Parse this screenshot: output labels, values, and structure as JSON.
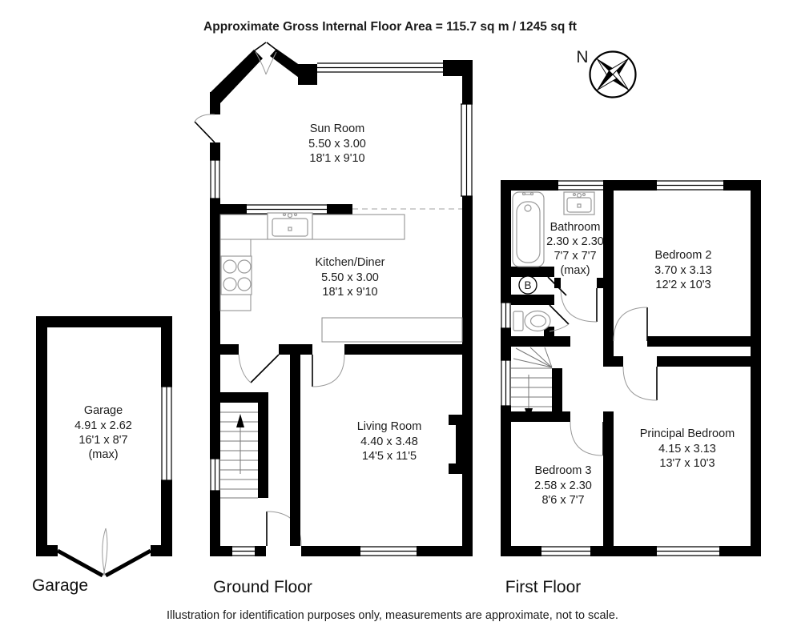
{
  "header": {
    "title": "Approximate Gross Internal Floor Area = 115.7 sq m / 1245 sq ft"
  },
  "compass": {
    "north": "N"
  },
  "rooms": {
    "sun_room": {
      "name": "Sun Room",
      "metric": "5.50 x 3.00",
      "imperial": "18'1 x 9'10"
    },
    "kitchen": {
      "name": "Kitchen/Diner",
      "metric": "5.50 x 3.00",
      "imperial": "18'1 x 9'10"
    },
    "living_room": {
      "name": "Living Room",
      "metric": "4.40 x 3.48",
      "imperial": "14'5 x 11'5"
    },
    "garage": {
      "name": "Garage",
      "metric": "4.91 x 2.62",
      "imperial": "16'1 x 8'7",
      "note": "(max)"
    },
    "bathroom": {
      "name": "Bathroom",
      "metric": "2.30 x 2.30",
      "imperial": "7'7 x 7'7",
      "note": "(max)"
    },
    "bedroom2": {
      "name": "Bedroom 2",
      "metric": "3.70 x 3.13",
      "imperial": "12'2 x 10'3"
    },
    "bedroom3": {
      "name": "Bedroom 3",
      "metric": "2.58 x 2.30",
      "imperial": "8'6 x 7'7"
    },
    "principal_bedroom": {
      "name": "Principal Bedroom",
      "metric": "4.15 x 3.13",
      "imperial": "13'7 x 10'3"
    },
    "boiler": {
      "label": "B"
    }
  },
  "floor_labels": {
    "garage": "Garage",
    "ground": "Ground Floor",
    "first": "First Floor"
  },
  "footer": {
    "disclaimer": "Illustration for identification purposes only, measurements are approximate, not to scale."
  },
  "colors": {
    "wall": "#000000",
    "background": "#ffffff"
  }
}
